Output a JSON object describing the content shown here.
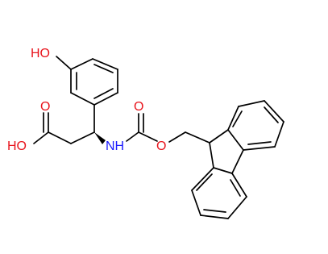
{
  "diagram": {
    "type": "chemical-structure",
    "labels": {
      "ho_phenol": "HO",
      "carbonyl_o_acid": "O",
      "ho_acid": "HO",
      "nh": "NH",
      "carbonyl_o_carbamate": "O",
      "ester_o": "O"
    },
    "colors": {
      "bond": "#000000",
      "oxygen": "#e8141c",
      "nitrogen": "#1a1aff"
    }
  }
}
